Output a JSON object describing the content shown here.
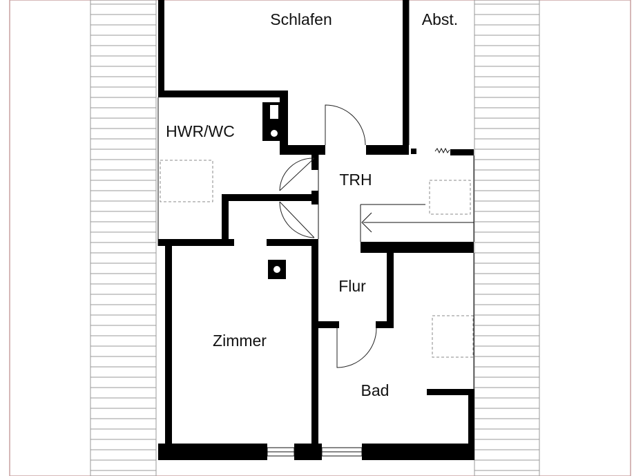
{
  "plan": {
    "rooms": [
      {
        "id": "schlafen",
        "label": "Schlafen"
      },
      {
        "id": "abst",
        "label": "Abst."
      },
      {
        "id": "hwr-wc",
        "label": "HWR/WC"
      },
      {
        "id": "trh",
        "label": "TRH"
      },
      {
        "id": "flur",
        "label": "Flur"
      },
      {
        "id": "zimmer",
        "label": "Zimmer"
      },
      {
        "id": "bad",
        "label": "Bad"
      }
    ],
    "colors": {
      "wall": "#000000",
      "border": "#c8a0a0",
      "roof_lines": "#999999"
    }
  }
}
